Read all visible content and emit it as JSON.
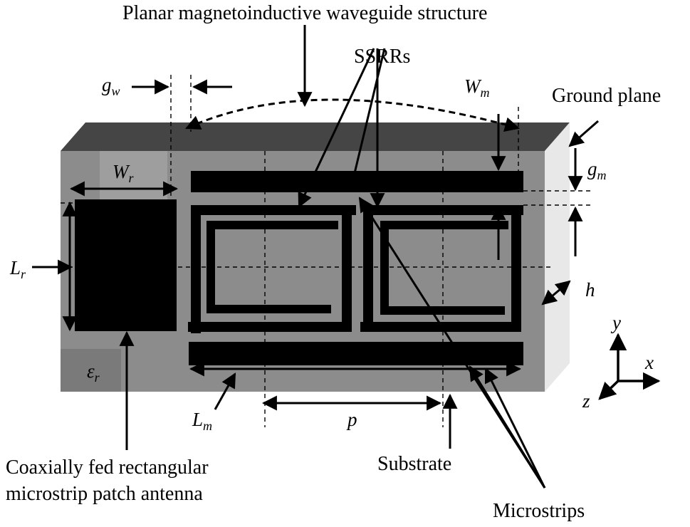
{
  "labels": {
    "title": "Planar magnetoinductive waveguide structure",
    "ssrrs": "SSRRs",
    "ground_plane": "Ground plane",
    "antenna_line1": "Coaxially fed rectangular",
    "antenna_line2": "microstrip patch antenna",
    "substrate": "Substrate",
    "microstrips": "Microstrips"
  },
  "symbols": {
    "gw": {
      "base": "g",
      "sub": "w"
    },
    "wm": {
      "base": "W",
      "sub": "m"
    },
    "gm": {
      "base": "g",
      "sub": "m"
    },
    "wr": {
      "base": "W",
      "sub": "r"
    },
    "lr": {
      "base": "L",
      "sub": "r"
    },
    "h": "h",
    "er": {
      "base": "ε",
      "sub": "r"
    },
    "lm": {
      "base": "L",
      "sub": "m"
    },
    "p": "p",
    "axis_y": "y",
    "axis_x": "x",
    "axis_z": "z"
  },
  "colors": {
    "substrate_face": "#8a8a8a",
    "substrate_top": "#444444",
    "ground_side": "#e6e6e6",
    "patch_bg": "#9a9a9a",
    "metal": "#000000"
  }
}
